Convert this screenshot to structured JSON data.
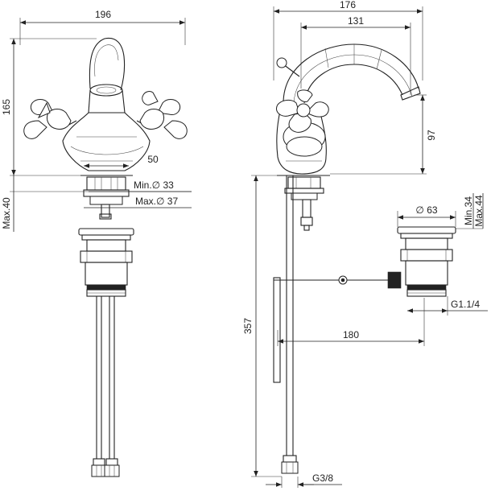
{
  "dimensions": {
    "front_width": "196",
    "front_height": "165",
    "front_handle_spacing": "50",
    "min_hole": "Min.∅ 33",
    "max_hole": "Max.∅ 37",
    "max_deck": "Max.40",
    "side_width": "176",
    "spout_reach": "131",
    "spout_height": "97",
    "waste_dia": "∅ 63",
    "waste_min": "Min.34",
    "waste_max": "Max.44",
    "waste_thread": "G1.1/4",
    "rod_length": "180",
    "total_length": "357",
    "hose_thread": "G3/8"
  },
  "colors": {
    "line": "#222222",
    "background": "#ffffff"
  }
}
